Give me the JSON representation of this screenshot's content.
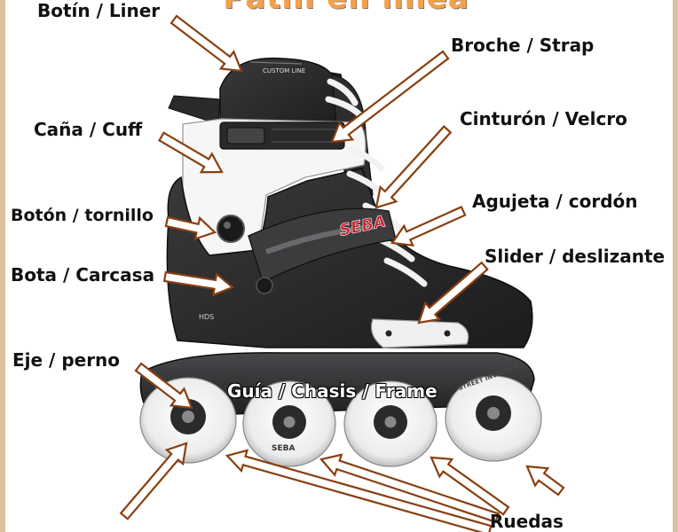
{
  "title": "Patín en línea",
  "labels": {
    "liner": "Botín / Liner",
    "strap": "Broche / Strap",
    "cuff": "Caña / Cuff",
    "velcro": "Cinturón / Velcro",
    "tornillo": "Botón / tornillo",
    "cordon": "Agujeta / cordón",
    "slider": "Slider / deslizante",
    "carcasa": "Bota / Carcasa",
    "perno": "Eje / perno",
    "frame": "Guía / Chasis / Frame",
    "ruedas": "Ruedas"
  },
  "skate_text": {
    "brand": "SEBA",
    "cuff_logo": "CUSTOM LINE",
    "shell_model": "HDS",
    "wheel_brand": "SEBA",
    "wheel_rim": "STREET INVADERS"
  },
  "colors": {
    "arrow_fill": "#ffffff",
    "arrow_stroke": "#8a3e0e",
    "title": "#f5a04a",
    "boot": "#2a2a2c",
    "accent": "#c8202a"
  }
}
